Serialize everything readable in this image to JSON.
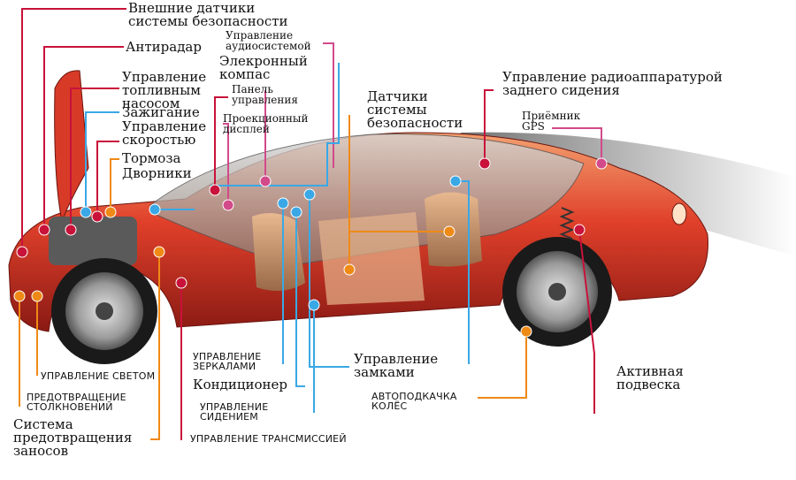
{
  "colors": {
    "red": "#c8123a",
    "pink": "#d24a8a",
    "blue": "#3aa8e6",
    "orange": "#ef8a16"
  },
  "labels": {
    "ext_sensors": "Внешние датчики\nсистемы безопасности",
    "antiradar": "Антирадар",
    "audio": "Управление\nаудиосистемой",
    "compass": "Элекронный\nкомпас",
    "fuel": "Управление\nтопливным\nнасосом",
    "panel": "Панель\nуправления",
    "ignition": "Зажигание",
    "speed": "Управление\nскоростью",
    "hud": "Проекционный\nдисплей",
    "brakes": "Тормоза",
    "wipers": "Дворники",
    "safety_sensors": "Датчики\nсистемы\nбезопасности",
    "rear_radio": "Управление радиоаппаратурой\nзаднего сидения",
    "gps": "Приёмник\nGPS",
    "lights": "УПРАВЛЕНИЕ СВЕТОМ",
    "collision": "ПРЕДОТВРАЩЕНИЕ\nСТОЛКНОВЕНИЙ",
    "skid": "Система\nпредотвращения\nзаносов",
    "mirrors": "УПРАВЛЕНИЕ\nЗЕРКАЛАМИ",
    "aircon": "Кондиционер",
    "seat": "УПРАВЛЕНИЕ\nСИДЕНИЕМ",
    "transmission": "УПРАВЛЕНИЕ ТРАНСМИССИЕЙ",
    "locks": "Управление\nзамками",
    "autopump": "АВТОПОДКАЧКА\nКОЛЁС",
    "suspension": "Активная\nподвеска"
  }
}
